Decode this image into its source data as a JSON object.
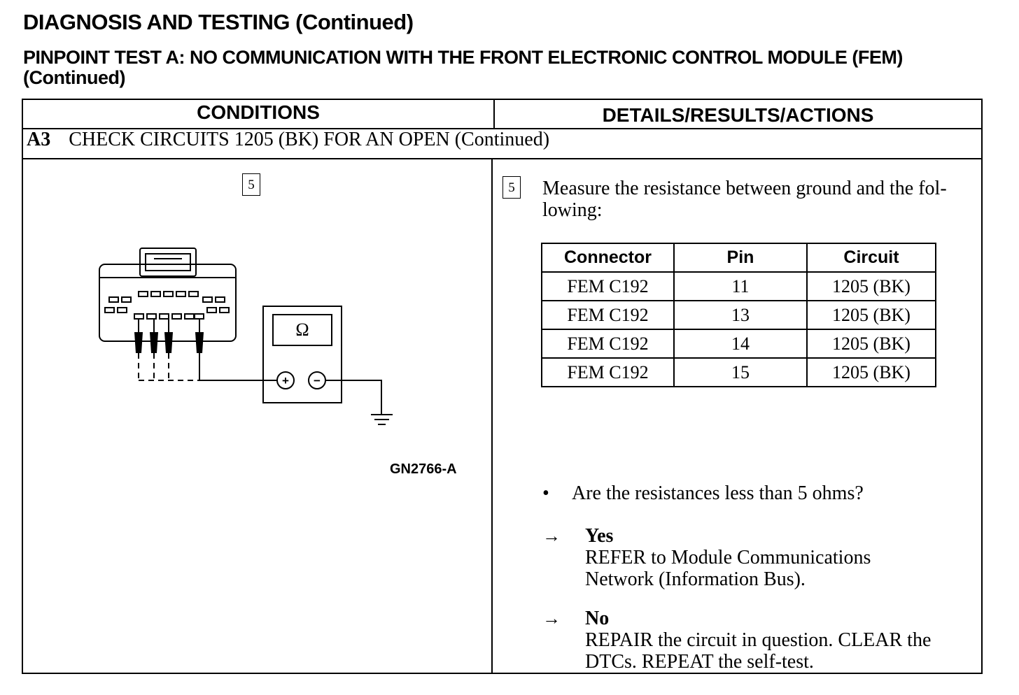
{
  "header": {
    "title": "DIAGNOSIS AND TESTING (Continued)",
    "subtitle": "PINPOINT TEST A:  NO COMMUNICATION WITH THE FRONT ELECTRONIC CONTROL MODULE (FEM) (Continued)"
  },
  "table": {
    "col_conditions": "CONDITIONS",
    "col_details": "DETAILS/RESULTS/ACTIONS",
    "step_id": "A3",
    "step_title": "CHECK CIRCUITS 1205 (BK) FOR AN OPEN (Continued)"
  },
  "conditions": {
    "step_number": "5",
    "figure_label": "GN2766-A",
    "meter_symbol": "Ω",
    "plus_symbol": "+",
    "minus_symbol": "−"
  },
  "details": {
    "step_number": "5",
    "instruction": "Measure the resistance between ground and the fol-lowing:",
    "pin_table": {
      "headers": [
        "Connector",
        "Pin",
        "Circuit"
      ],
      "rows": [
        [
          "FEM C192",
          "11",
          "1205 (BK)"
        ],
        [
          "FEM C192",
          "13",
          "1205 (BK)"
        ],
        [
          "FEM C192",
          "14",
          "1205 (BK)"
        ],
        [
          "FEM C192",
          "15",
          "1205 (BK)"
        ]
      ]
    },
    "question_bullet": "•",
    "question": "Are the resistances less than 5 ohms?",
    "arrow_symbol": "→",
    "yes": {
      "label": "Yes",
      "action": "REFER to  Module Communications Network (Information Bus)."
    },
    "no": {
      "label": "No",
      "action": "REPAIR the circuit in question. CLEAR the DTCs. REPEAT the self-test."
    }
  }
}
